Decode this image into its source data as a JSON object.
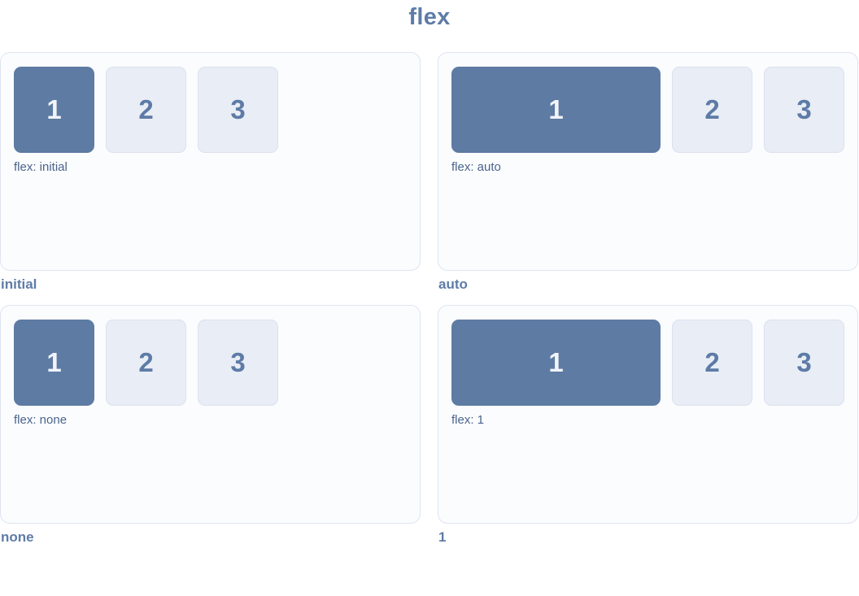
{
  "page_title": "flex",
  "colors": {
    "accent_slate": "#5e7ca7",
    "box1_fill": "#5d7ba3",
    "box1_text": "#f1f4fa",
    "box_light_fill": "#e9edf5",
    "box_light_border": "#dbe1ee",
    "panel_background": "#fbfcfe",
    "panel_border": "#dee4f0",
    "rule_label_text": "#4a648c"
  },
  "panels": [
    {
      "caption": "initial",
      "rule": "flex: initial",
      "boxes": [
        "1",
        "2",
        "3"
      ]
    },
    {
      "caption": "auto",
      "rule": "flex: auto",
      "boxes": [
        "1",
        "2",
        "3"
      ]
    },
    {
      "caption": "none",
      "rule": "flex: none",
      "boxes": [
        "1",
        "2",
        "3"
      ]
    },
    {
      "caption": "1",
      "rule": "flex: 1",
      "boxes": [
        "1",
        "2",
        "3"
      ]
    }
  ]
}
